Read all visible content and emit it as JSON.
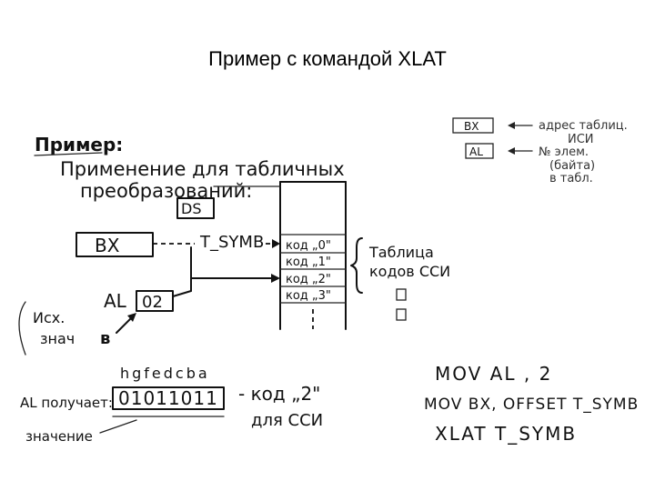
{
  "title": "Пример с командой XLAT",
  "heading": {
    "example_label": "Пример:",
    "line1": "Применение для табличных",
    "line2": "преобразований:"
  },
  "memory": {
    "segment": "DS",
    "table_label": "T_SYMB",
    "cells": [
      "код „0\"",
      "код „1\"",
      "код „2\"",
      "код „3\""
    ],
    "table_caption_line1": "Таблица",
    "table_caption_line2": "кодов ССИ"
  },
  "registers": {
    "bx": "BX",
    "al": "AL",
    "al_value": "02",
    "source_note_line1": "Исх.",
    "source_note_line2": "знач",
    "source_note_arrow": "в"
  },
  "legend": {
    "bx_box": "BX",
    "al_box": "AL",
    "bx_desc_line1": "адрес таблиц.",
    "bx_desc_line2": "ИСИ",
    "al_desc_line1": "№ элем.",
    "al_desc_line2": "(байта)",
    "al_desc_line3": "в табл."
  },
  "result": {
    "bit_labels": "hgfedcba",
    "prefix": "AL получает:",
    "bits": "01011011",
    "suffix_line1": "- код „2\"",
    "suffix_line2": "для ССИ",
    "under_note": "значение"
  },
  "code": {
    "line1": "MOV AL , 2",
    "line2": "MOV BX, OFFSET T_SYMB",
    "line3": "XLAT T_SYMB"
  }
}
